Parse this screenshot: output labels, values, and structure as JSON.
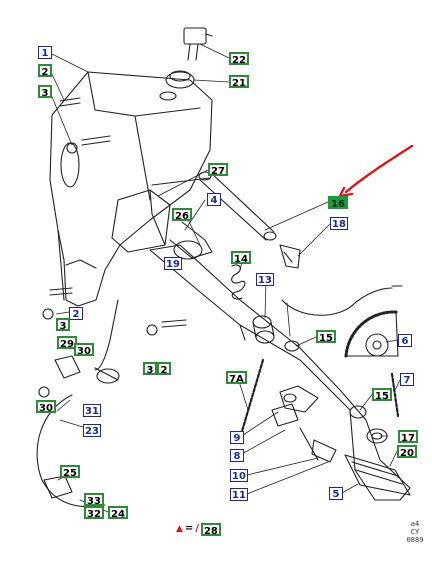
{
  "diagram": {
    "accent_red": "#d21b1b",
    "callout_blue": "#1b2a8c",
    "callout_green": "#2e8b3a",
    "highlight_green": "#1e9a3a",
    "callouts": [
      {
        "id": "c1",
        "label": "1"
      },
      {
        "id": "c2",
        "label": "2"
      },
      {
        "id": "c3",
        "label": "3"
      },
      {
        "id": "c22",
        "label": "22"
      },
      {
        "id": "c21",
        "label": "21"
      },
      {
        "id": "c27",
        "label": "27"
      },
      {
        "id": "c4",
        "label": "4"
      },
      {
        "id": "c26",
        "label": "26"
      },
      {
        "id": "c16",
        "label": "16"
      },
      {
        "id": "c18",
        "label": "18"
      },
      {
        "id": "c19",
        "label": "19"
      },
      {
        "id": "c14",
        "label": "14"
      },
      {
        "id": "c13",
        "label": "13"
      },
      {
        "id": "c15a",
        "label": "15"
      },
      {
        "id": "c6",
        "label": "6"
      },
      {
        "id": "c2b",
        "label": "2"
      },
      {
        "id": "c3b",
        "label": "3"
      },
      {
        "id": "c3c",
        "label": "3"
      },
      {
        "id": "c2c",
        "label": "2"
      },
      {
        "id": "c29",
        "label": "29"
      },
      {
        "id": "c30a",
        "label": "30"
      },
      {
        "id": "c30b",
        "label": "30"
      },
      {
        "id": "c31",
        "label": "31"
      },
      {
        "id": "c23",
        "label": "23"
      },
      {
        "id": "c7A",
        "label": "7A"
      },
      {
        "id": "c7",
        "label": "7"
      },
      {
        "id": "c15b",
        "label": "15"
      },
      {
        "id": "c9",
        "label": "9"
      },
      {
        "id": "c8",
        "label": "8"
      },
      {
        "id": "c17",
        "label": "17"
      },
      {
        "id": "c20",
        "label": "20"
      },
      {
        "id": "c10",
        "label": "10"
      },
      {
        "id": "c11",
        "label": "11"
      },
      {
        "id": "c5",
        "label": "5"
      },
      {
        "id": "c25",
        "label": "25"
      },
      {
        "id": "c33",
        "label": "33"
      },
      {
        "id": "c32",
        "label": "32"
      },
      {
        "id": "c24",
        "label": "24"
      }
    ],
    "legend": {
      "eq": "=",
      "number": "28"
    },
    "stamp": {
      "line1": "a4",
      "line2": "CY",
      "line3": "0889"
    }
  }
}
